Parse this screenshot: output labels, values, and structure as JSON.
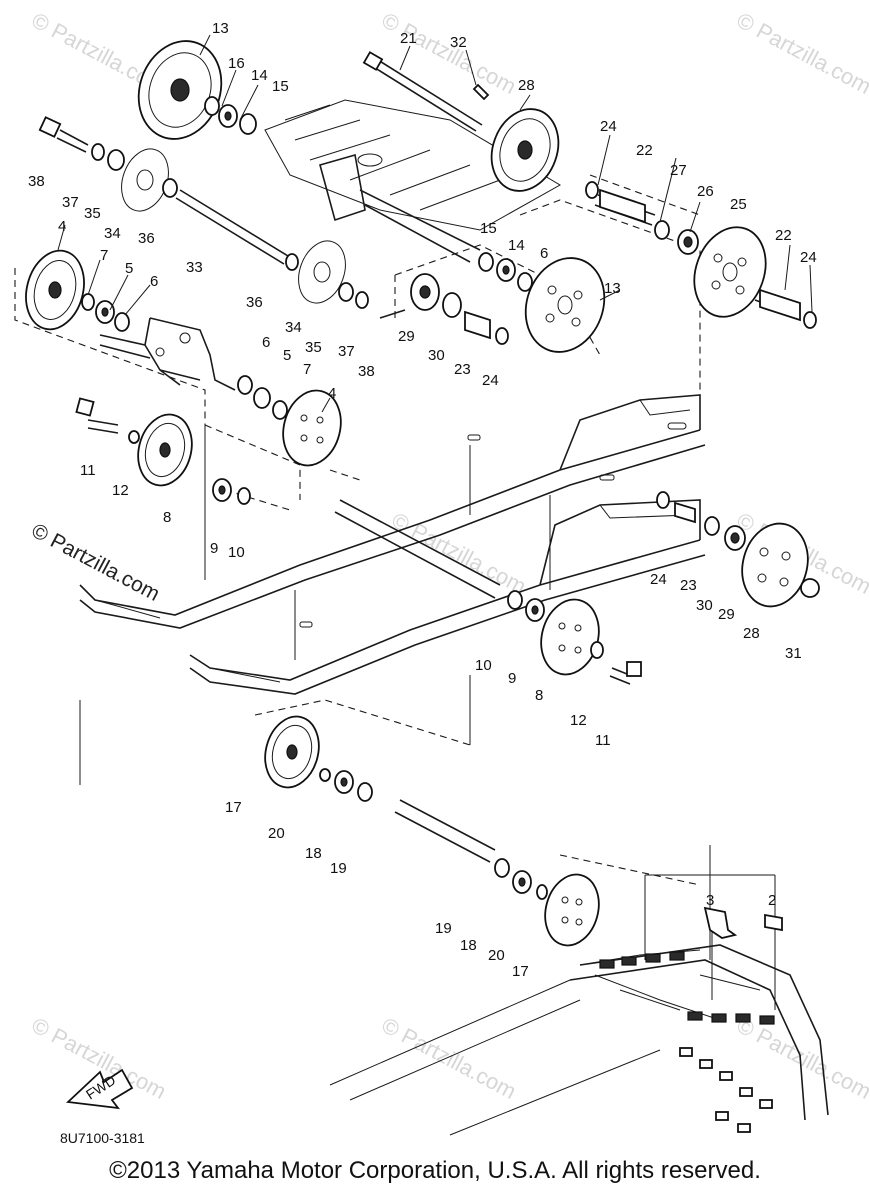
{
  "diagram": {
    "callouts": [
      {
        "id": "c13a",
        "label": "13"
      },
      {
        "id": "c16a",
        "label": "16"
      },
      {
        "id": "c14a",
        "label": "14"
      },
      {
        "id": "c15a",
        "label": "15"
      },
      {
        "id": "c21",
        "label": "21"
      },
      {
        "id": "c32",
        "label": "32"
      },
      {
        "id": "c28a",
        "label": "28"
      },
      {
        "id": "c38a",
        "label": "38"
      },
      {
        "id": "c37a",
        "label": "37"
      },
      {
        "id": "c35a",
        "label": "35"
      },
      {
        "id": "c34a",
        "label": "34"
      },
      {
        "id": "c36a",
        "label": "36"
      },
      {
        "id": "c24a",
        "label": "24"
      },
      {
        "id": "c22a",
        "label": "22"
      },
      {
        "id": "c27",
        "label": "27"
      },
      {
        "id": "c26",
        "label": "26"
      },
      {
        "id": "c25",
        "label": "25"
      },
      {
        "id": "c22b",
        "label": "22"
      },
      {
        "id": "c24b",
        "label": "24"
      },
      {
        "id": "c4a",
        "label": "4"
      },
      {
        "id": "c7a",
        "label": "7"
      },
      {
        "id": "c5a",
        "label": "5"
      },
      {
        "id": "c6a",
        "label": "6"
      },
      {
        "id": "c33",
        "label": "33"
      },
      {
        "id": "c36b",
        "label": "36"
      },
      {
        "id": "c34b",
        "label": "34"
      },
      {
        "id": "c35b",
        "label": "35"
      },
      {
        "id": "c37b",
        "label": "37"
      },
      {
        "id": "c38b",
        "label": "38"
      },
      {
        "id": "c15b",
        "label": "15"
      },
      {
        "id": "c14b",
        "label": "14"
      },
      {
        "id": "c6b",
        "label": "6"
      },
      {
        "id": "c13b",
        "label": "13"
      },
      {
        "id": "c29a",
        "label": "29"
      },
      {
        "id": "c30a",
        "label": "30"
      },
      {
        "id": "c23a",
        "label": "23"
      },
      {
        "id": "c24c",
        "label": "24"
      },
      {
        "id": "c6c",
        "label": "6"
      },
      {
        "id": "c5b",
        "label": "5"
      },
      {
        "id": "c7b",
        "label": "7"
      },
      {
        "id": "c4b",
        "label": "4"
      },
      {
        "id": "c11a",
        "label": "11"
      },
      {
        "id": "c12a",
        "label": "12"
      },
      {
        "id": "c8a",
        "label": "8"
      },
      {
        "id": "c9a",
        "label": "9"
      },
      {
        "id": "c10a",
        "label": "10"
      },
      {
        "id": "c24d",
        "label": "24"
      },
      {
        "id": "c23b",
        "label": "23"
      },
      {
        "id": "c30b",
        "label": "30"
      },
      {
        "id": "c29b",
        "label": "29"
      },
      {
        "id": "c28b",
        "label": "28"
      },
      {
        "id": "c31",
        "label": "31"
      },
      {
        "id": "c10b",
        "label": "10"
      },
      {
        "id": "c9b",
        "label": "9"
      },
      {
        "id": "c8b",
        "label": "8"
      },
      {
        "id": "c12b",
        "label": "12"
      },
      {
        "id": "c11b",
        "label": "11"
      },
      {
        "id": "c17a",
        "label": "17"
      },
      {
        "id": "c20a",
        "label": "20"
      },
      {
        "id": "c18a",
        "label": "18"
      },
      {
        "id": "c19a",
        "label": "19"
      },
      {
        "id": "c19b",
        "label": "19"
      },
      {
        "id": "c18b",
        "label": "18"
      },
      {
        "id": "c20b",
        "label": "20"
      },
      {
        "id": "c17b",
        "label": "17"
      },
      {
        "id": "c3",
        "label": "3"
      },
      {
        "id": "c2",
        "label": "2"
      }
    ],
    "fwd_label": "FWD",
    "drawing_code": "8U7100-3181",
    "watermark_text": "© Partzilla.com",
    "watermark_short": "© Partzilla.com"
  },
  "footer": {
    "copyright": "©2013 Yamaha Motor Corporation, U.S.A. All rights reserved."
  }
}
